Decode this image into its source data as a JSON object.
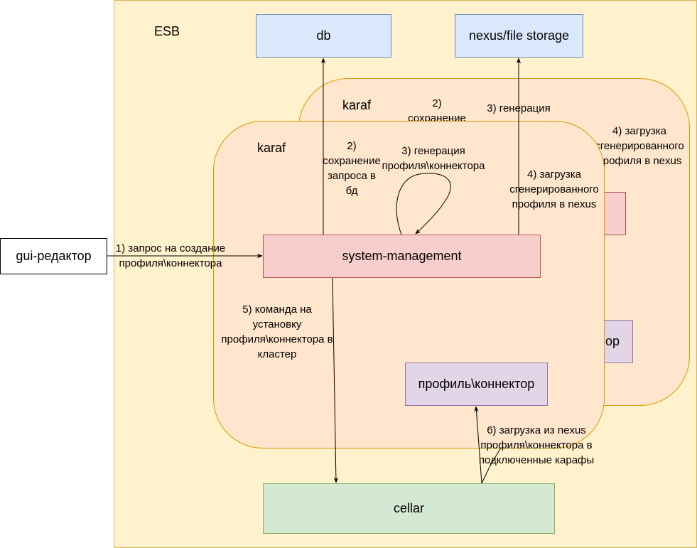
{
  "esb": {
    "label": "ESB"
  },
  "karaf_back": {
    "label": "karaf",
    "edge_save_lines": [
      "2)",
      "сохранение"
    ],
    "edge_gen_lines": [
      "3) генерация"
    ],
    "edge_upload_lines": [
      "4) загрузка",
      "сгенерированного",
      "профиля в nexus"
    ],
    "connector_fragment": "ор"
  },
  "karaf_front": {
    "label": "karaf"
  },
  "nodes": {
    "db": "db",
    "nexus": "nexus/file storage",
    "gui": "gui-редактор",
    "system_management": "system-management",
    "connector": "профиль\\коннектор",
    "cellar": "cellar"
  },
  "edges": {
    "request_lines": [
      "1) запрос на создание",
      "профиля\\коннектора"
    ],
    "save_lines": [
      "2)",
      "сохранение",
      "запроса в",
      "бд"
    ],
    "generate_lines": [
      "3) генерация",
      "профиля\\коннектора"
    ],
    "upload_lines": [
      "4) загрузка",
      "сгенерированного",
      "профиля в nexus"
    ],
    "install_lines": [
      "5) команда на",
      "установку",
      "профиля\\коннектора в",
      "кластер"
    ],
    "download_lines": [
      "6) загрузка из nexus",
      "профиля\\коннектора в",
      "подключенные карафы"
    ]
  }
}
